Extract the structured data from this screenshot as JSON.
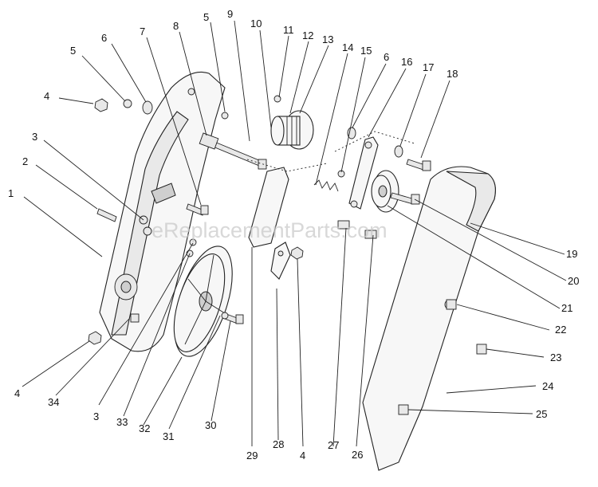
{
  "watermark": "eReplacementParts.com",
  "callouts": [
    {
      "id": "c1",
      "label": "1"
    },
    {
      "id": "c2",
      "label": "2"
    },
    {
      "id": "c3a",
      "label": "3"
    },
    {
      "id": "c4a",
      "label": "4"
    },
    {
      "id": "c5a",
      "label": "5"
    },
    {
      "id": "c6a",
      "label": "6"
    },
    {
      "id": "c7",
      "label": "7"
    },
    {
      "id": "c8",
      "label": "8"
    },
    {
      "id": "c5b",
      "label": "5"
    },
    {
      "id": "c9",
      "label": "9"
    },
    {
      "id": "c10",
      "label": "10"
    },
    {
      "id": "c11",
      "label": "11"
    },
    {
      "id": "c12",
      "label": "12"
    },
    {
      "id": "c13",
      "label": "13"
    },
    {
      "id": "c14",
      "label": "14"
    },
    {
      "id": "c15",
      "label": "15"
    },
    {
      "id": "c6b",
      "label": "6"
    },
    {
      "id": "c16",
      "label": "16"
    },
    {
      "id": "c17",
      "label": "17"
    },
    {
      "id": "c18",
      "label": "18"
    },
    {
      "id": "c19",
      "label": "19"
    },
    {
      "id": "c20",
      "label": "20"
    },
    {
      "id": "c21",
      "label": "21"
    },
    {
      "id": "c22",
      "label": "22"
    },
    {
      "id": "c23",
      "label": "23"
    },
    {
      "id": "c24",
      "label": "24"
    },
    {
      "id": "c25",
      "label": "25"
    },
    {
      "id": "c26",
      "label": "26"
    },
    {
      "id": "c27",
      "label": "27"
    },
    {
      "id": "c4b",
      "label": "4"
    },
    {
      "id": "c28",
      "label": "28"
    },
    {
      "id": "c29",
      "label": "29"
    },
    {
      "id": "c30",
      "label": "30"
    },
    {
      "id": "c31",
      "label": "31"
    },
    {
      "id": "c32",
      "label": "32"
    },
    {
      "id": "c33",
      "label": "33"
    },
    {
      "id": "c3b",
      "label": "3"
    },
    {
      "id": "c34",
      "label": "34"
    },
    {
      "id": "c4c",
      "label": "4"
    }
  ]
}
